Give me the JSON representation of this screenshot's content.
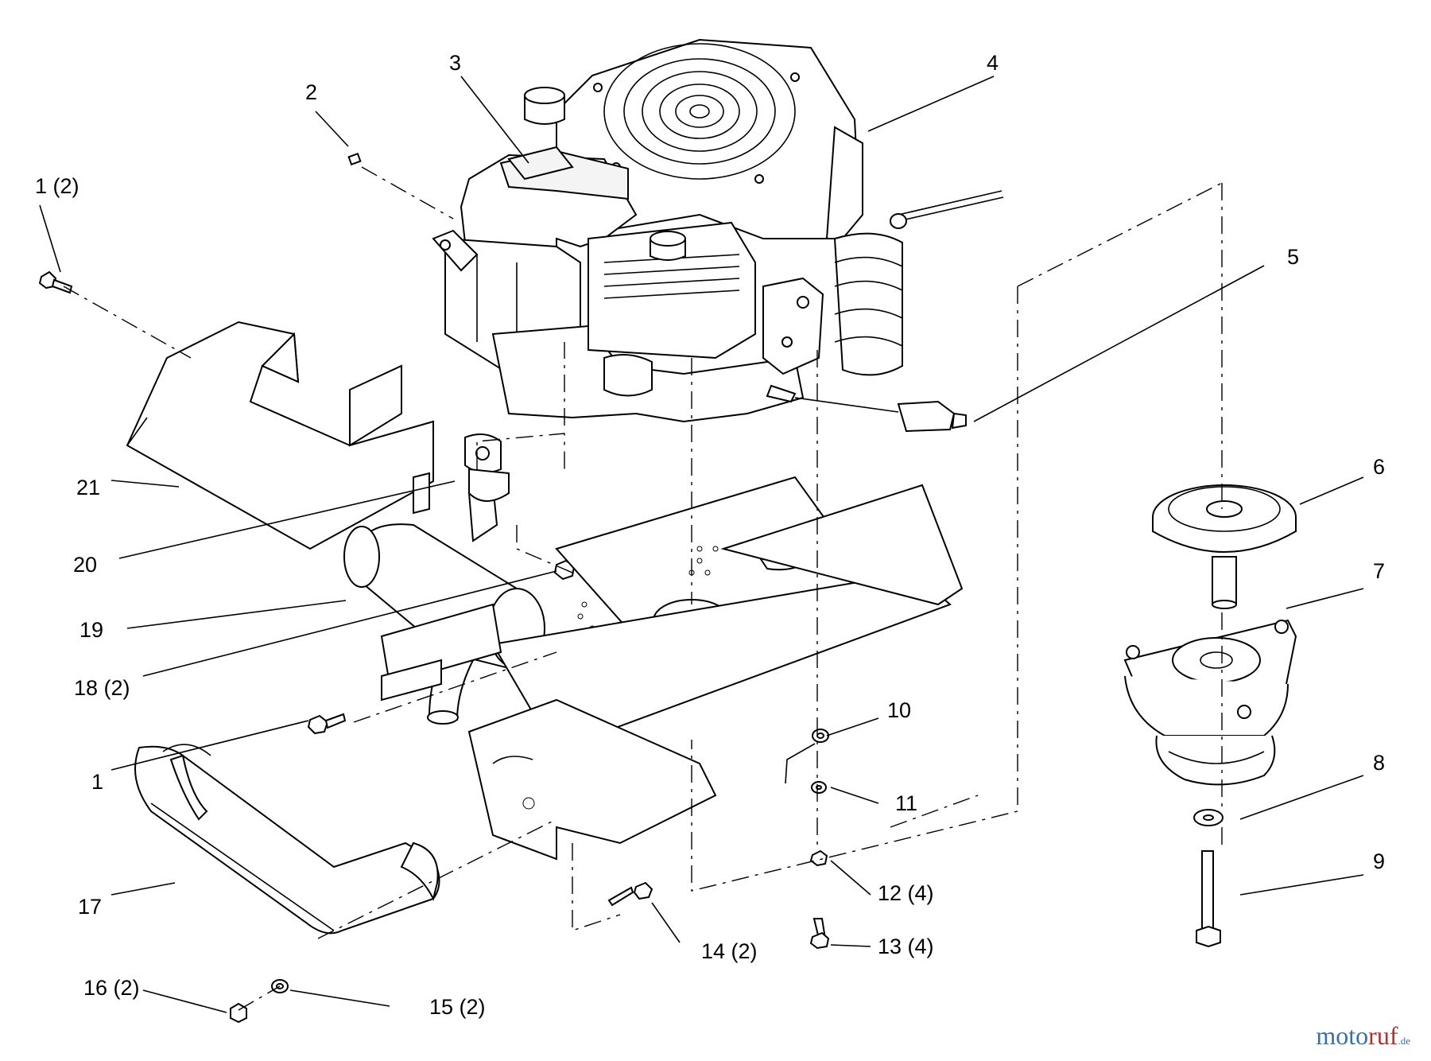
{
  "diagram": {
    "callouts": [
      {
        "id": "c1-2",
        "text": "1 (2)"
      },
      {
        "id": "c2",
        "text": "2"
      },
      {
        "id": "c3",
        "text": "3"
      },
      {
        "id": "c4",
        "text": "4"
      },
      {
        "id": "c5",
        "text": "5"
      },
      {
        "id": "c6",
        "text": "6"
      },
      {
        "id": "c7",
        "text": "7"
      },
      {
        "id": "c8",
        "text": "8"
      },
      {
        "id": "c9",
        "text": "9"
      },
      {
        "id": "c10",
        "text": "10"
      },
      {
        "id": "c11",
        "text": "11"
      },
      {
        "id": "c12",
        "text": "12 (4)"
      },
      {
        "id": "c13",
        "text": "13 (4)"
      },
      {
        "id": "c14",
        "text": "14 (2)"
      },
      {
        "id": "c15",
        "text": "15 (2)"
      },
      {
        "id": "c16",
        "text": "16 (2)"
      },
      {
        "id": "c17",
        "text": "17"
      },
      {
        "id": "c18",
        "text": "18 (2)"
      },
      {
        "id": "c19",
        "text": "19"
      },
      {
        "id": "c20",
        "text": "20"
      },
      {
        "id": "c21",
        "text": "21"
      },
      {
        "id": "c1",
        "text": "1"
      }
    ]
  },
  "watermark": {
    "part_a": "moto",
    "part_b": "ruf",
    "suffix": ".de"
  }
}
